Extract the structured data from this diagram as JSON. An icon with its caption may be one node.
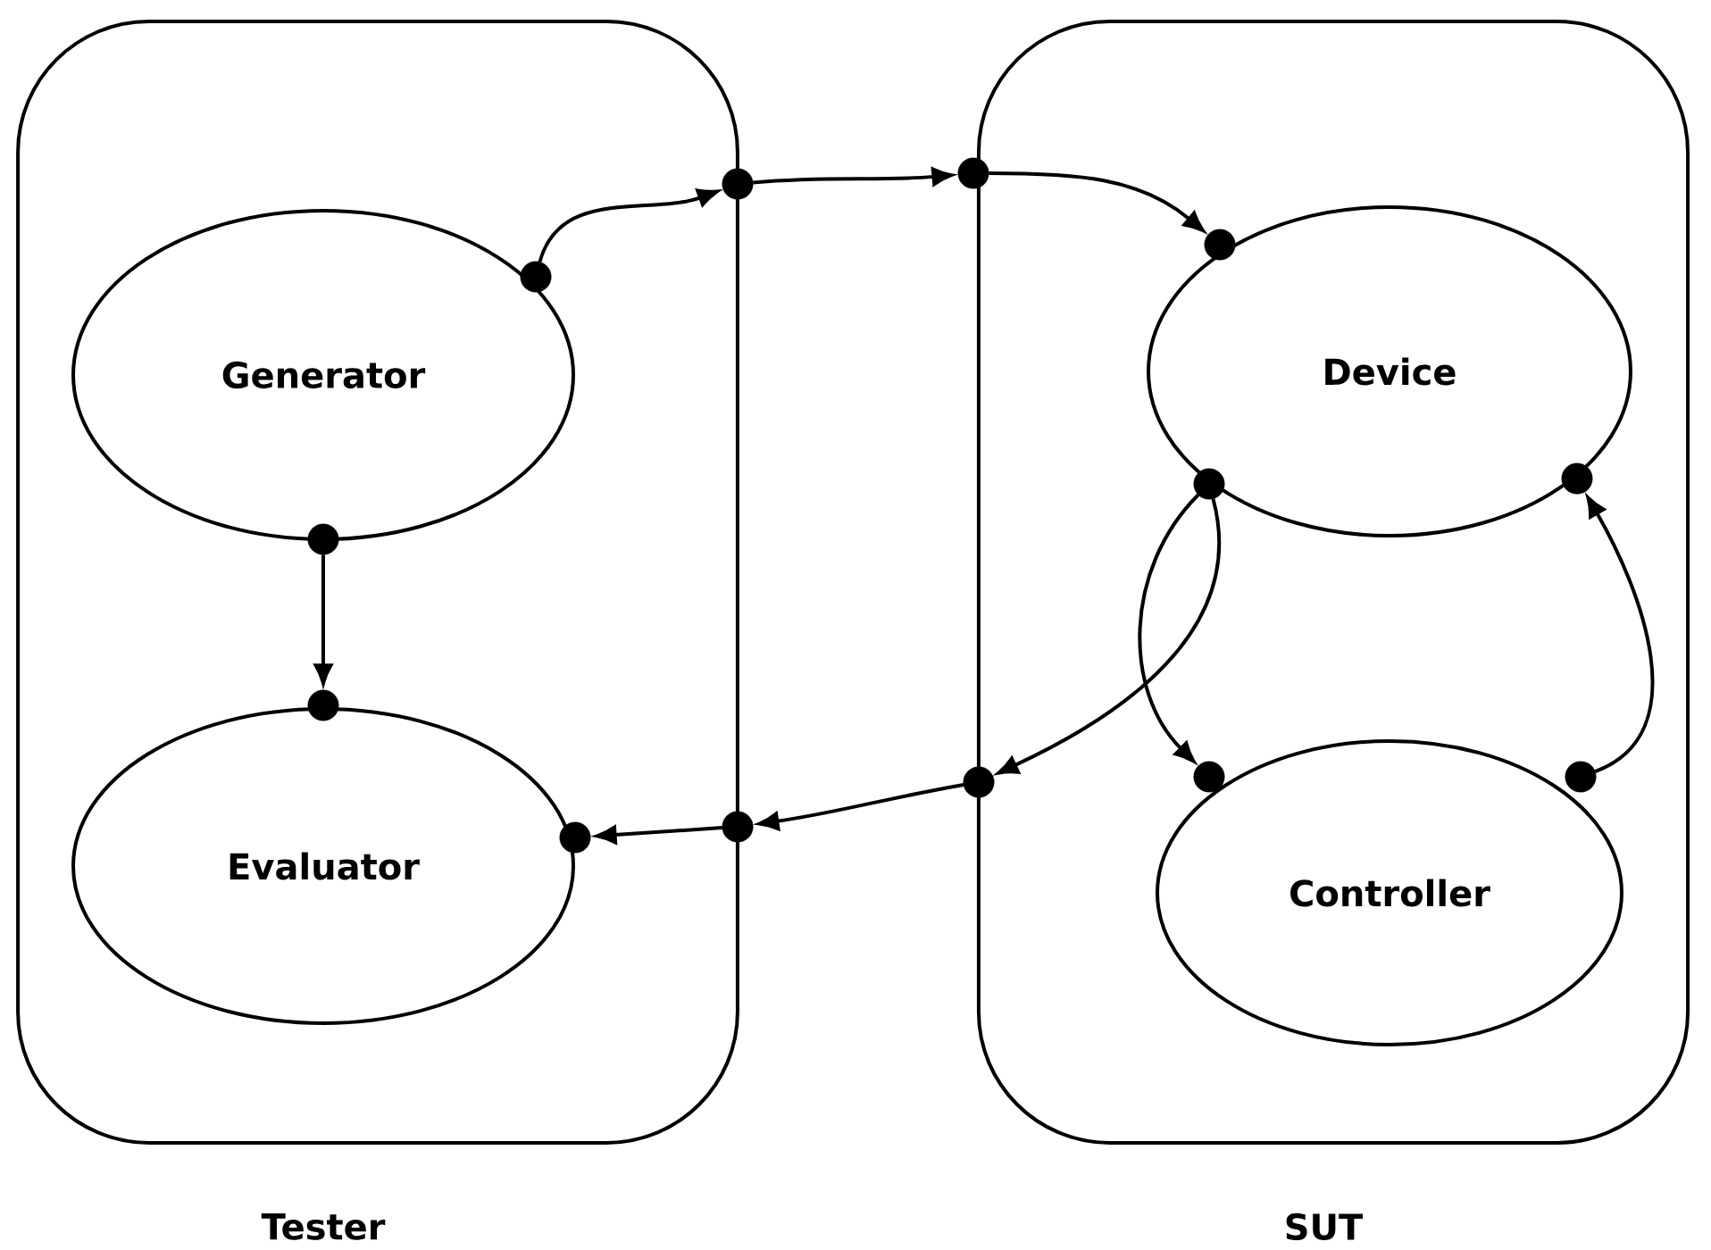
{
  "diagram": {
    "nodes": [
      {
        "text": [
          "Tester"
        ]
      },
      {
        "text": [
          "Generator"
        ],
        "in": 0
      },
      {
        "text": [
          "Evaluator"
        ],
        "in": 0
      },
      {
        "text": [
          "SUT"
        ]
      },
      {
        "text": [
          "Device"
        ],
        "in": 3
      },
      {
        "text": [
          "Controller"
        ],
        "in": 3
      },
      {
        "text": [],
        "shape": "circle",
        "in": 0
      },
      {
        "text": [],
        "shape": "circle"
      },
      {
        "text": [],
        "shape": "circle"
      },
      {
        "text": [],
        "shape": "circle",
        "in": 3
      },
      {
        "text": [],
        "shape": "circle",
        "in": 0
      },
      {
        "text": [],
        "shape": "circle",
        "in": 0
      },
      {
        "text": [],
        "shape": "circle",
        "in": 3
      },
      {
        "text": [],
        "shape": "circle",
        "in": 3
      },
      {
        "text": [],
        "shape": "circle",
        "in": 3
      },
      {
        "text": [],
        "shape": "circle",
        "in": 3
      },
      {
        "text": [],
        "shape": "circle"
      },
      {
        "text": [],
        "shape": "circle"
      },
      {
        "text": [],
        "shape": "circle",
        "in": 0
      }
    ],
    "edges": [
      {
        "from": 6,
        "to": 7,
        "arrow": "to"
      },
      {
        "from": 7,
        "to": 8,
        "arrow": "to"
      },
      {
        "from": 8,
        "to": 9,
        "arrow": "to"
      },
      {
        "from": 10,
        "to": 11,
        "arrow": "to"
      },
      {
        "from": 12,
        "to": 14,
        "arrow": "to"
      },
      {
        "from": 15,
        "to": 13,
        "arrow": "to"
      },
      {
        "from": 12,
        "to": 16,
        "arrow": "to"
      },
      {
        "from": 16,
        "to": 17,
        "arrow": "to"
      },
      {
        "from": 17,
        "to": 18,
        "arrow": "to"
      }
    ]
  }
}
